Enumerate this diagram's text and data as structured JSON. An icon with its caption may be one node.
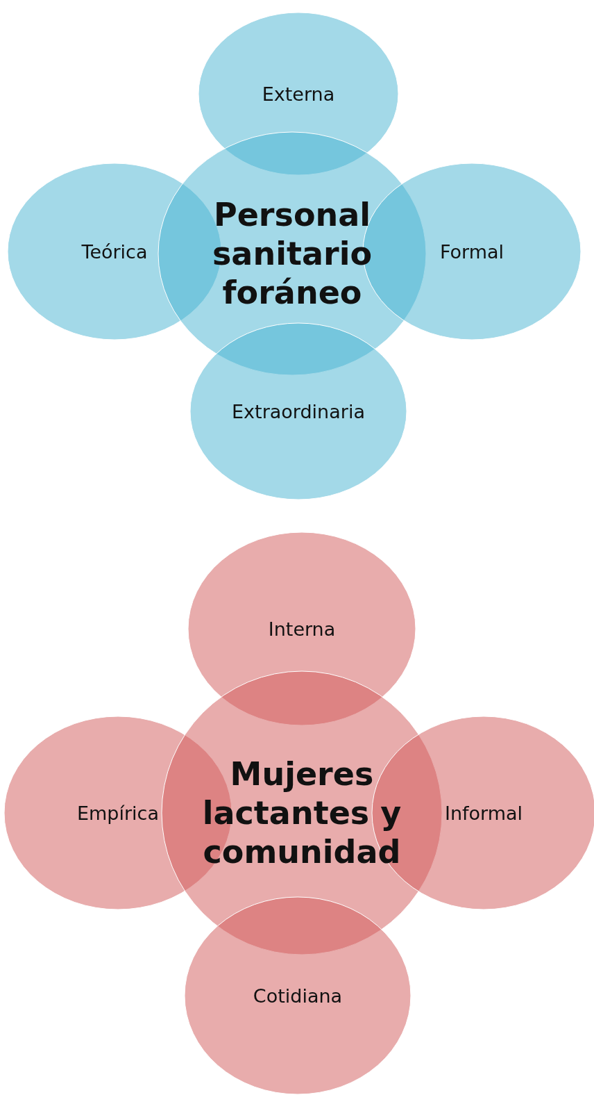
{
  "diagram": {
    "nodes": [
      {
        "text": [
          "Externa"
        ]
      },
      {
        "text": [
          "Teórica"
        ]
      },
      {
        "text": [
          "Personal sanitario foráneo"
        ]
      },
      {
        "text": [
          "Formal"
        ]
      },
      {
        "text": [
          "Extraordinaria"
        ]
      },
      {
        "text": [
          "Interna"
        ]
      },
      {
        "text": [
          "Empírica"
        ]
      },
      {
        "text": [
          "Mujeres lactantes y comunidad"
        ]
      },
      {
        "text": [
          "Informal"
        ]
      },
      {
        "text": [
          "Cotidiana"
        ]
      }
    ]
  }
}
